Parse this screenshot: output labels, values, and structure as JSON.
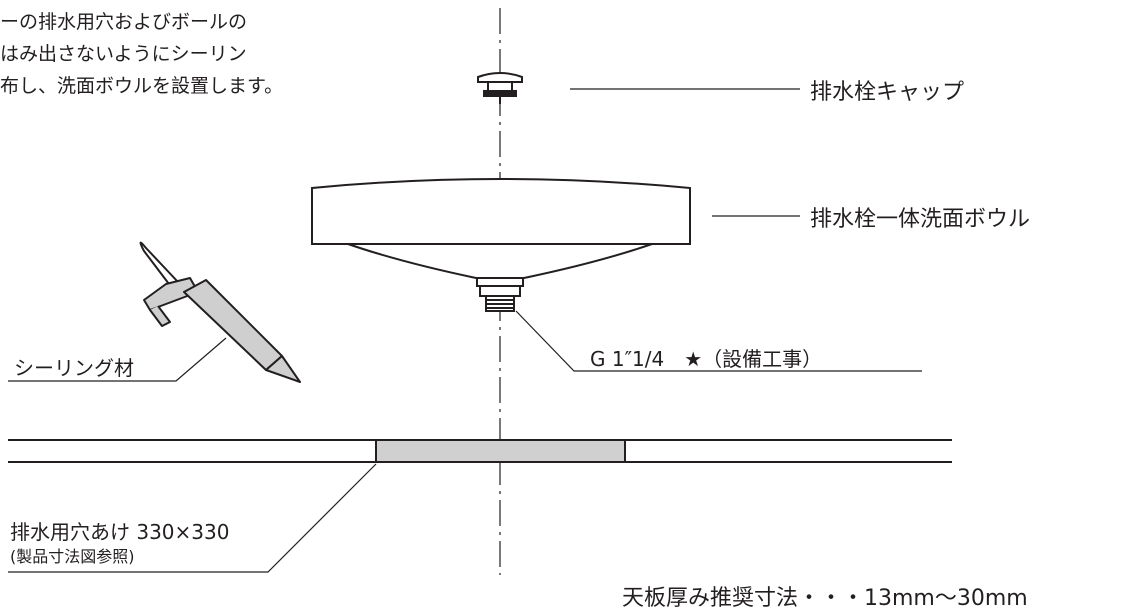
{
  "intro": {
    "lines": [
      "ーの排水用穴およびボールの",
      "はみ出さないようにシーリン",
      "布し、洗面ボウルを設置します。"
    ]
  },
  "labels": {
    "cap": "排水栓キャップ",
    "bowl": "排水栓一体洗面ボウル",
    "sealing": "シーリング材",
    "thread": "G 1″1/4　★（設備工事）",
    "hole_line1": "排水用穴あけ 330×330",
    "hole_line2": "(製品寸法図参照)",
    "thickness": "天板厚み推奨寸法・・・13mm〜30mm"
  },
  "colors": {
    "line": "#231f20",
    "hole_fill": "#d0d0d0",
    "caulk_fill": "#cfcfcf"
  }
}
